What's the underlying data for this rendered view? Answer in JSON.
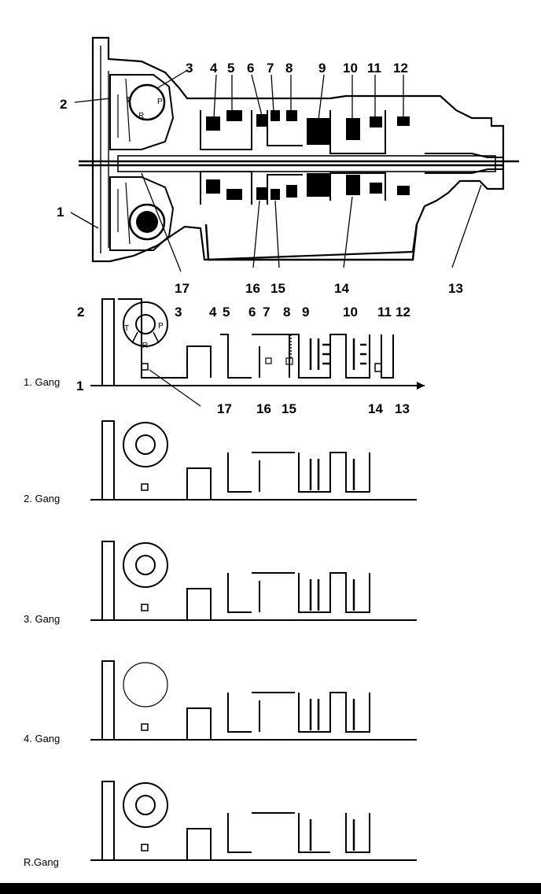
{
  "cross_section": {
    "labels": [
      "1",
      "2",
      "3",
      "4",
      "5",
      "6",
      "7",
      "8",
      "9",
      "10",
      "11",
      "12",
      "13",
      "14",
      "15",
      "16",
      "17"
    ],
    "converter_letters": [
      "T",
      "P",
      "R"
    ]
  },
  "schema": {
    "labels": [
      "1",
      "2",
      "3",
      "4",
      "5",
      "6",
      "7",
      "8",
      "9",
      "10",
      "11",
      "12",
      "13",
      "14",
      "15",
      "16",
      "17"
    ],
    "converter_letters": [
      "T",
      "P",
      "R"
    ]
  },
  "gears": [
    "1. Gang",
    "2. Gang",
    "3. Gang",
    "4. Gang",
    "R.Gang"
  ]
}
